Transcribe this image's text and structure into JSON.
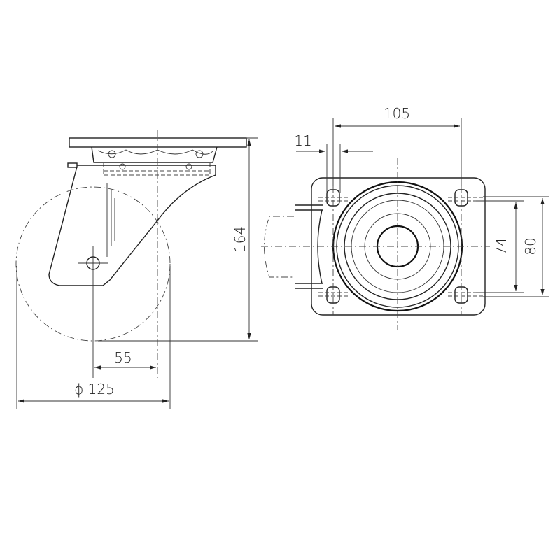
{
  "drawing": {
    "side_view": {
      "height_label": "164",
      "offset_label": "55",
      "diameter_label": "ϕ 125"
    },
    "top_view": {
      "plate_width_label": "105",
      "hole_label": "11",
      "hole_spacing_label": "74",
      "plate_depth_label": "80"
    },
    "line_color": "#222222"
  }
}
